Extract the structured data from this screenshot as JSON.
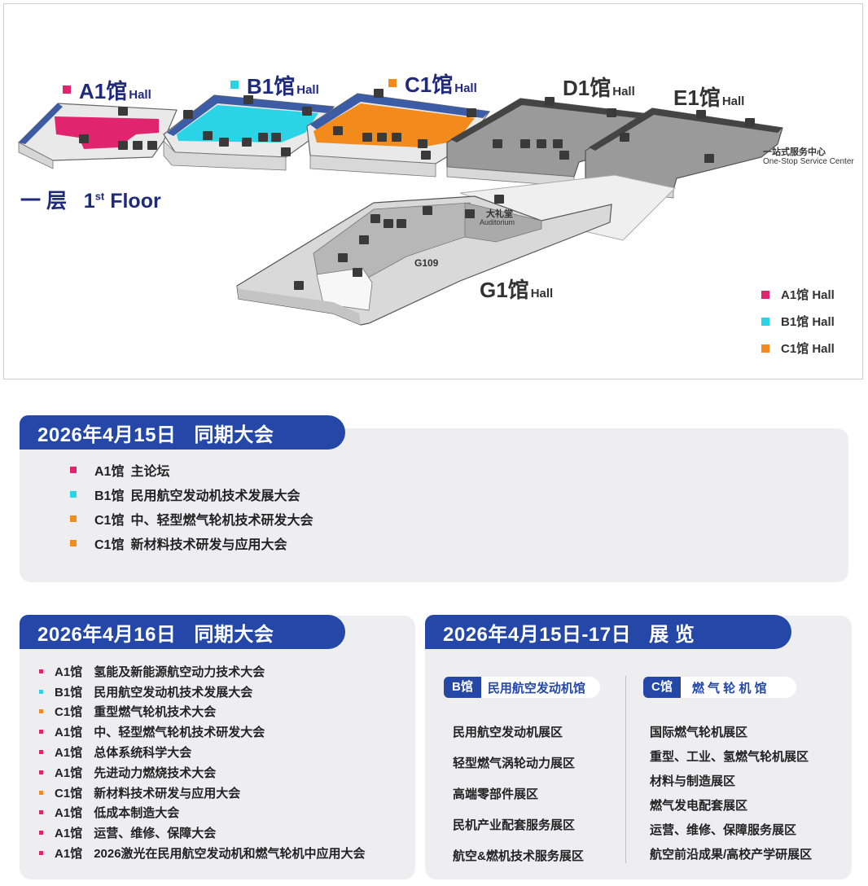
{
  "colors": {
    "a1": "#e0246e",
    "b1": "#2ad4e6",
    "c1": "#f28a1c",
    "brand_blue": "#2447a8",
    "title_navy": "#1f2a7a"
  },
  "map": {
    "halls": [
      {
        "code": "A1馆",
        "suffix": "Hall"
      },
      {
        "code": "B1馆",
        "suffix": "Hall"
      },
      {
        "code": "C1馆",
        "suffix": "Hall"
      },
      {
        "code": "D1馆",
        "suffix": "Hall"
      },
      {
        "code": "E1馆",
        "suffix": "Hall"
      },
      {
        "code": "G1馆",
        "suffix": "Hall"
      }
    ],
    "floor_cn": "一 层",
    "floor_num": "1",
    "floor_sup": "st",
    "floor_en": "Floor",
    "service_cn": "一站式服务中心",
    "service_en": "One-Stop Service Center",
    "auditorium_cn": "大礼堂",
    "auditorium_en": "Auditorium",
    "room": "G109",
    "legend": [
      {
        "label": "A1馆 Hall",
        "color": "#e0246e"
      },
      {
        "label": "B1馆 Hall",
        "color": "#2ad4e6"
      },
      {
        "label": "C1馆 Hall",
        "color": "#f28a1c"
      }
    ]
  },
  "section1": {
    "date": "2026年4月15日",
    "title": "同期大会",
    "items": [
      {
        "hall": "A1馆",
        "name": "主论坛",
        "color": "#e0246e"
      },
      {
        "hall": "B1馆",
        "name": "民用航空发动机技术发展大会",
        "color": "#2ad4e6"
      },
      {
        "hall": "C1馆",
        "name": "中、轻型燃气轮机技术研发大会",
        "color": "#f28a1c"
      },
      {
        "hall": "C1馆",
        "name": "新材料技术研发与应用大会",
        "color": "#f28a1c"
      }
    ]
  },
  "section2": {
    "date": "2026年4月16日",
    "title": "同期大会",
    "items": [
      {
        "hall": "A1馆",
        "name": "氢能及新能源航空动力技术大会",
        "color": "#e0246e"
      },
      {
        "hall": "B1馆",
        "name": "民用航空发动机技术发展大会",
        "color": "#2ad4e6"
      },
      {
        "hall": "C1馆",
        "name": "重型燃气轮机技术大会",
        "color": "#f28a1c"
      },
      {
        "hall": "A1馆",
        "name": "中、轻型燃气轮机技术研发大会",
        "color": "#e0246e"
      },
      {
        "hall": "A1馆",
        "name": "总体系统科学大会",
        "color": "#e0246e"
      },
      {
        "hall": "A1馆",
        "name": "先进动力燃烧技术大会",
        "color": "#e0246e"
      },
      {
        "hall": "C1馆",
        "name": "新材料技术研发与应用大会",
        "color": "#f28a1c"
      },
      {
        "hall": "A1馆",
        "name": "低成本制造大会",
        "color": "#e0246e"
      },
      {
        "hall": "A1馆",
        "name": "运营、维修、保障大会",
        "color": "#e0246e"
      },
      {
        "hall": "A1馆",
        "name": "2026激光在民用航空发动机和燃气轮机中应用大会",
        "color": "#e0246e"
      }
    ]
  },
  "section3": {
    "date": "2026年4月15日-17日",
    "title": "展 览",
    "b_tag": "B馆",
    "b_name": "民用航空发动机馆",
    "b_zones": [
      "民用航空发动机展区",
      "轻型燃气涡轮动力展区",
      "高端零部件展区",
      "民机产业配套服务展区",
      "航空&燃机技术服务展区"
    ],
    "c_tag": "C馆",
    "c_name": "燃 气 轮 机 馆",
    "c_zones": [
      "国际燃气轮机展区",
      "重型、工业、氢燃气轮机展区",
      "材料与制造展区",
      "燃气发电配套展区",
      "运营、维修、保障服务展区",
      "航空前沿成果/高校产学研展区"
    ]
  }
}
